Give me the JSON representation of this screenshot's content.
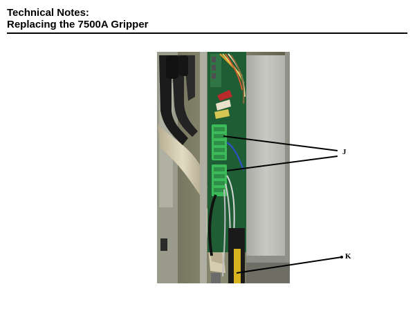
{
  "document": {
    "heading_line1": "Technical Notes:",
    "heading_line2": "Replacing the 7500A Gripper"
  },
  "figure": {
    "callouts": {
      "j": "J",
      "k": "K"
    },
    "colors": {
      "rule": "#000000",
      "pcb_green": "#1f5e35",
      "terminal_green": "#3dbb5a",
      "panel_gray": "#b9b9b3",
      "cable_black": "#1b1b1b",
      "tube_beige": "#d8cfb6"
    }
  }
}
